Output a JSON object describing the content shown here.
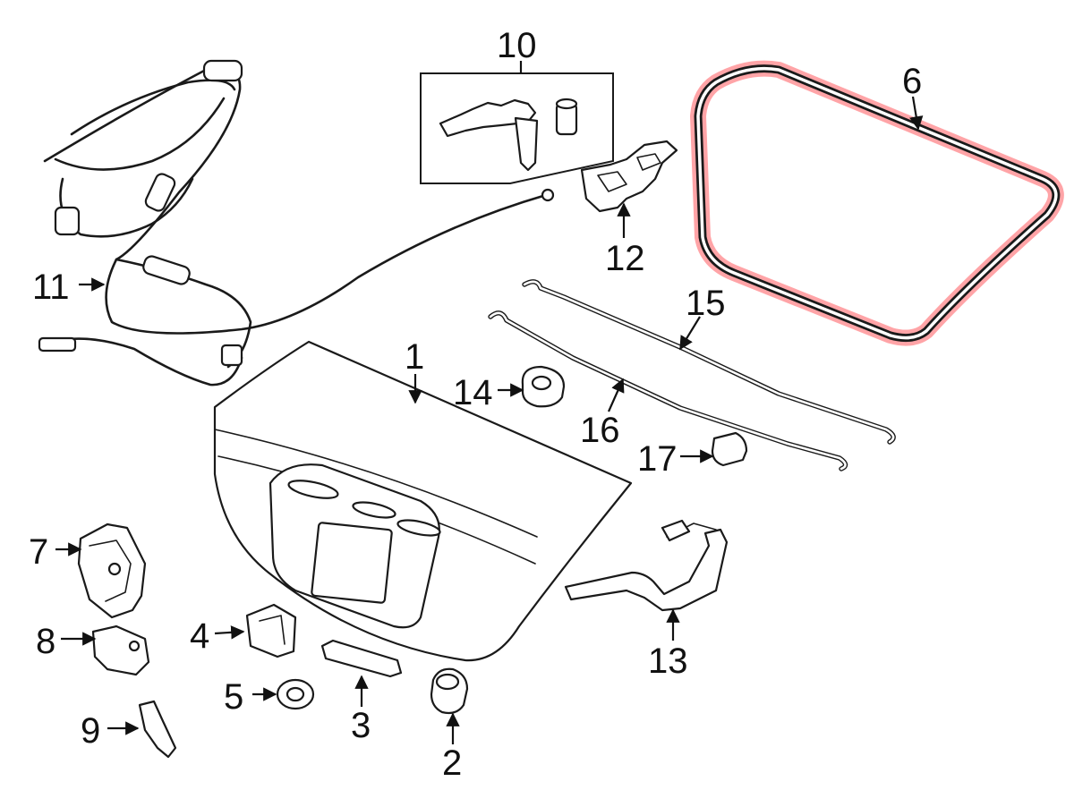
{
  "diagram": {
    "highlight_color": "#ff5a5f",
    "line_color": "#1a1a1a",
    "highlighted_part": "6",
    "callouts": {
      "c1": "1",
      "c2": "2",
      "c3": "3",
      "c4": "4",
      "c5": "5",
      "c6": "6",
      "c7": "7",
      "c8": "8",
      "c9": "9",
      "c10": "10",
      "c11": "11",
      "c12": "12",
      "c13": "13",
      "c14": "14",
      "c15": "15",
      "c16": "16",
      "c17": "17"
    }
  }
}
